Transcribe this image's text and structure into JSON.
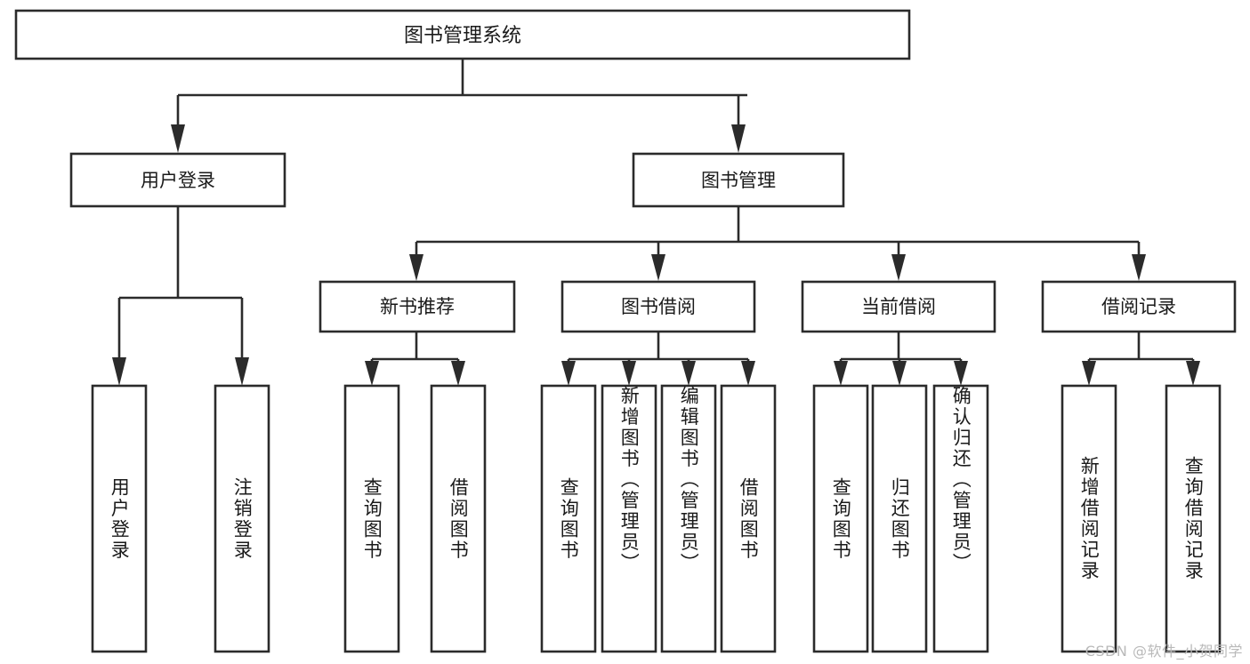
{
  "diagram": {
    "title": "图书管理系统",
    "type": "tree-hierarchy",
    "watermark": "CSDN @软件_小贺同学",
    "colors": {
      "stroke": "#2b2b2b",
      "fill": "#ffffff",
      "text": "#1a1a1a",
      "watermark": "#b9b9b9"
    },
    "levels": {
      "root": {
        "label": "图书管理系统"
      },
      "level2": [
        {
          "label": "用户登录"
        },
        {
          "label": "图书管理"
        }
      ],
      "level3": [
        {
          "label": "新书推荐"
        },
        {
          "label": "图书借阅"
        },
        {
          "label": "当前借阅"
        },
        {
          "label": "借阅记录"
        }
      ],
      "leaves": [
        {
          "label": "用户登录",
          "parent": "用户登录"
        },
        {
          "label": "注销登录",
          "parent": "用户登录"
        },
        {
          "label": "查询图书",
          "parent": "新书推荐"
        },
        {
          "label": "借阅图书",
          "parent": "新书推荐"
        },
        {
          "label": "查询图书",
          "parent": "图书借阅"
        },
        {
          "label": "新增图书（管理员）",
          "parent": "图书借阅"
        },
        {
          "label": "编辑图书（管理员）",
          "parent": "图书借阅"
        },
        {
          "label": "借阅图书",
          "parent": "图书借阅"
        },
        {
          "label": "查询图书",
          "parent": "当前借阅"
        },
        {
          "label": "归还图书",
          "parent": "当前借阅"
        },
        {
          "label": "确认归还（管理员）",
          "parent": "当前借阅"
        },
        {
          "label": "新增借阅记录",
          "parent": "借阅记录"
        },
        {
          "label": "查询借阅记录",
          "parent": "借阅记录"
        }
      ]
    }
  }
}
